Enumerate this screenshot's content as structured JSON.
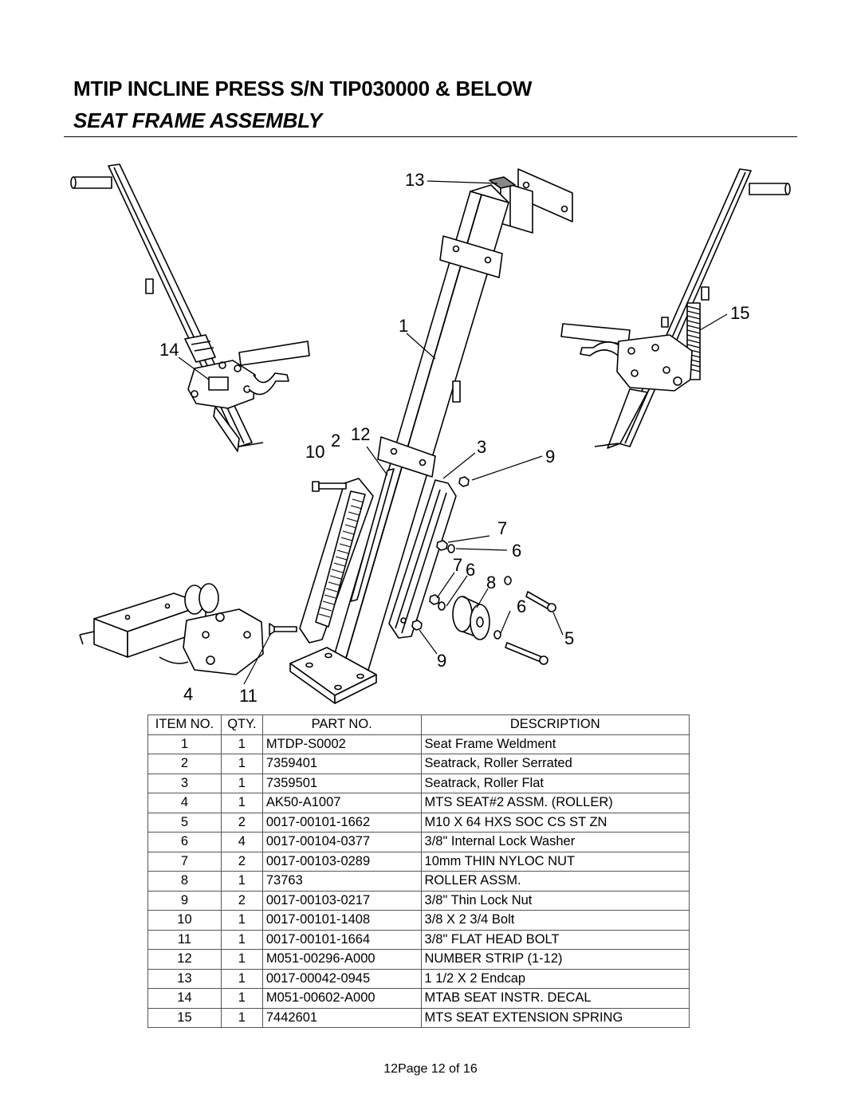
{
  "header": {
    "title": "MTIP INCLINE PRESS S/N TIP030000 & BELOW",
    "subtitle": "SEAT FRAME ASSEMBLY"
  },
  "diagram": {
    "callouts": [
      "13",
      "1",
      "14",
      "15",
      "10",
      "2",
      "12",
      "3",
      "9",
      "7",
      "6",
      "7",
      "6",
      "8",
      "6",
      "5",
      "9",
      "4",
      "11"
    ]
  },
  "parts_table": {
    "headers": [
      "ITEM NO.",
      "QTY.",
      "PART NO.",
      "DESCRIPTION"
    ],
    "rows": [
      {
        "item": "1",
        "qty": "1",
        "part": "MTDP-S0002",
        "desc": "Seat Frame Weldment"
      },
      {
        "item": "2",
        "qty": "1",
        "part": "7359401",
        "desc": "Seatrack, Roller Serrated"
      },
      {
        "item": "3",
        "qty": "1",
        "part": "7359501",
        "desc": "Seatrack, Roller Flat"
      },
      {
        "item": "4",
        "qty": "1",
        "part": "AK50-A1007",
        "desc": "MTS SEAT#2 ASSM. (ROLLER)"
      },
      {
        "item": "5",
        "qty": "2",
        "part": "0017-00101-1662",
        "desc": "M10 X 64 HXS SOC CS ST ZN"
      },
      {
        "item": "6",
        "qty": "4",
        "part": "0017-00104-0377",
        "desc": "3/8\" Internal Lock Washer"
      },
      {
        "item": "7",
        "qty": "2",
        "part": "0017-00103-0289",
        "desc": "10mm THIN NYLOC NUT"
      },
      {
        "item": "8",
        "qty": "1",
        "part": "73763",
        "desc": "ROLLER ASSM."
      },
      {
        "item": "9",
        "qty": "2",
        "part": "0017-00103-0217",
        "desc": "3/8\" Thin Lock Nut"
      },
      {
        "item": "10",
        "qty": "1",
        "part": "0017-00101-1408",
        "desc": "3/8 X 2 3/4 Bolt"
      },
      {
        "item": "11",
        "qty": "1",
        "part": "0017-00101-1664",
        "desc": "3/8\" FLAT HEAD BOLT"
      },
      {
        "item": "12",
        "qty": "1",
        "part": "M051-00296-A000",
        "desc": "NUMBER STRIP (1-12)"
      },
      {
        "item": "13",
        "qty": "1",
        "part": "0017-00042-0945",
        "desc": "1 1/2 X 2 Endcap"
      },
      {
        "item": "14",
        "qty": "1",
        "part": "M051-00602-A000",
        "desc": "MTAB SEAT INSTR. DECAL"
      },
      {
        "item": "15",
        "qty": "1",
        "part": "7442601",
        "desc": "MTS SEAT EXTENSION SPRING"
      }
    ]
  },
  "footer": {
    "page_label": "12Page 12 of 16"
  }
}
